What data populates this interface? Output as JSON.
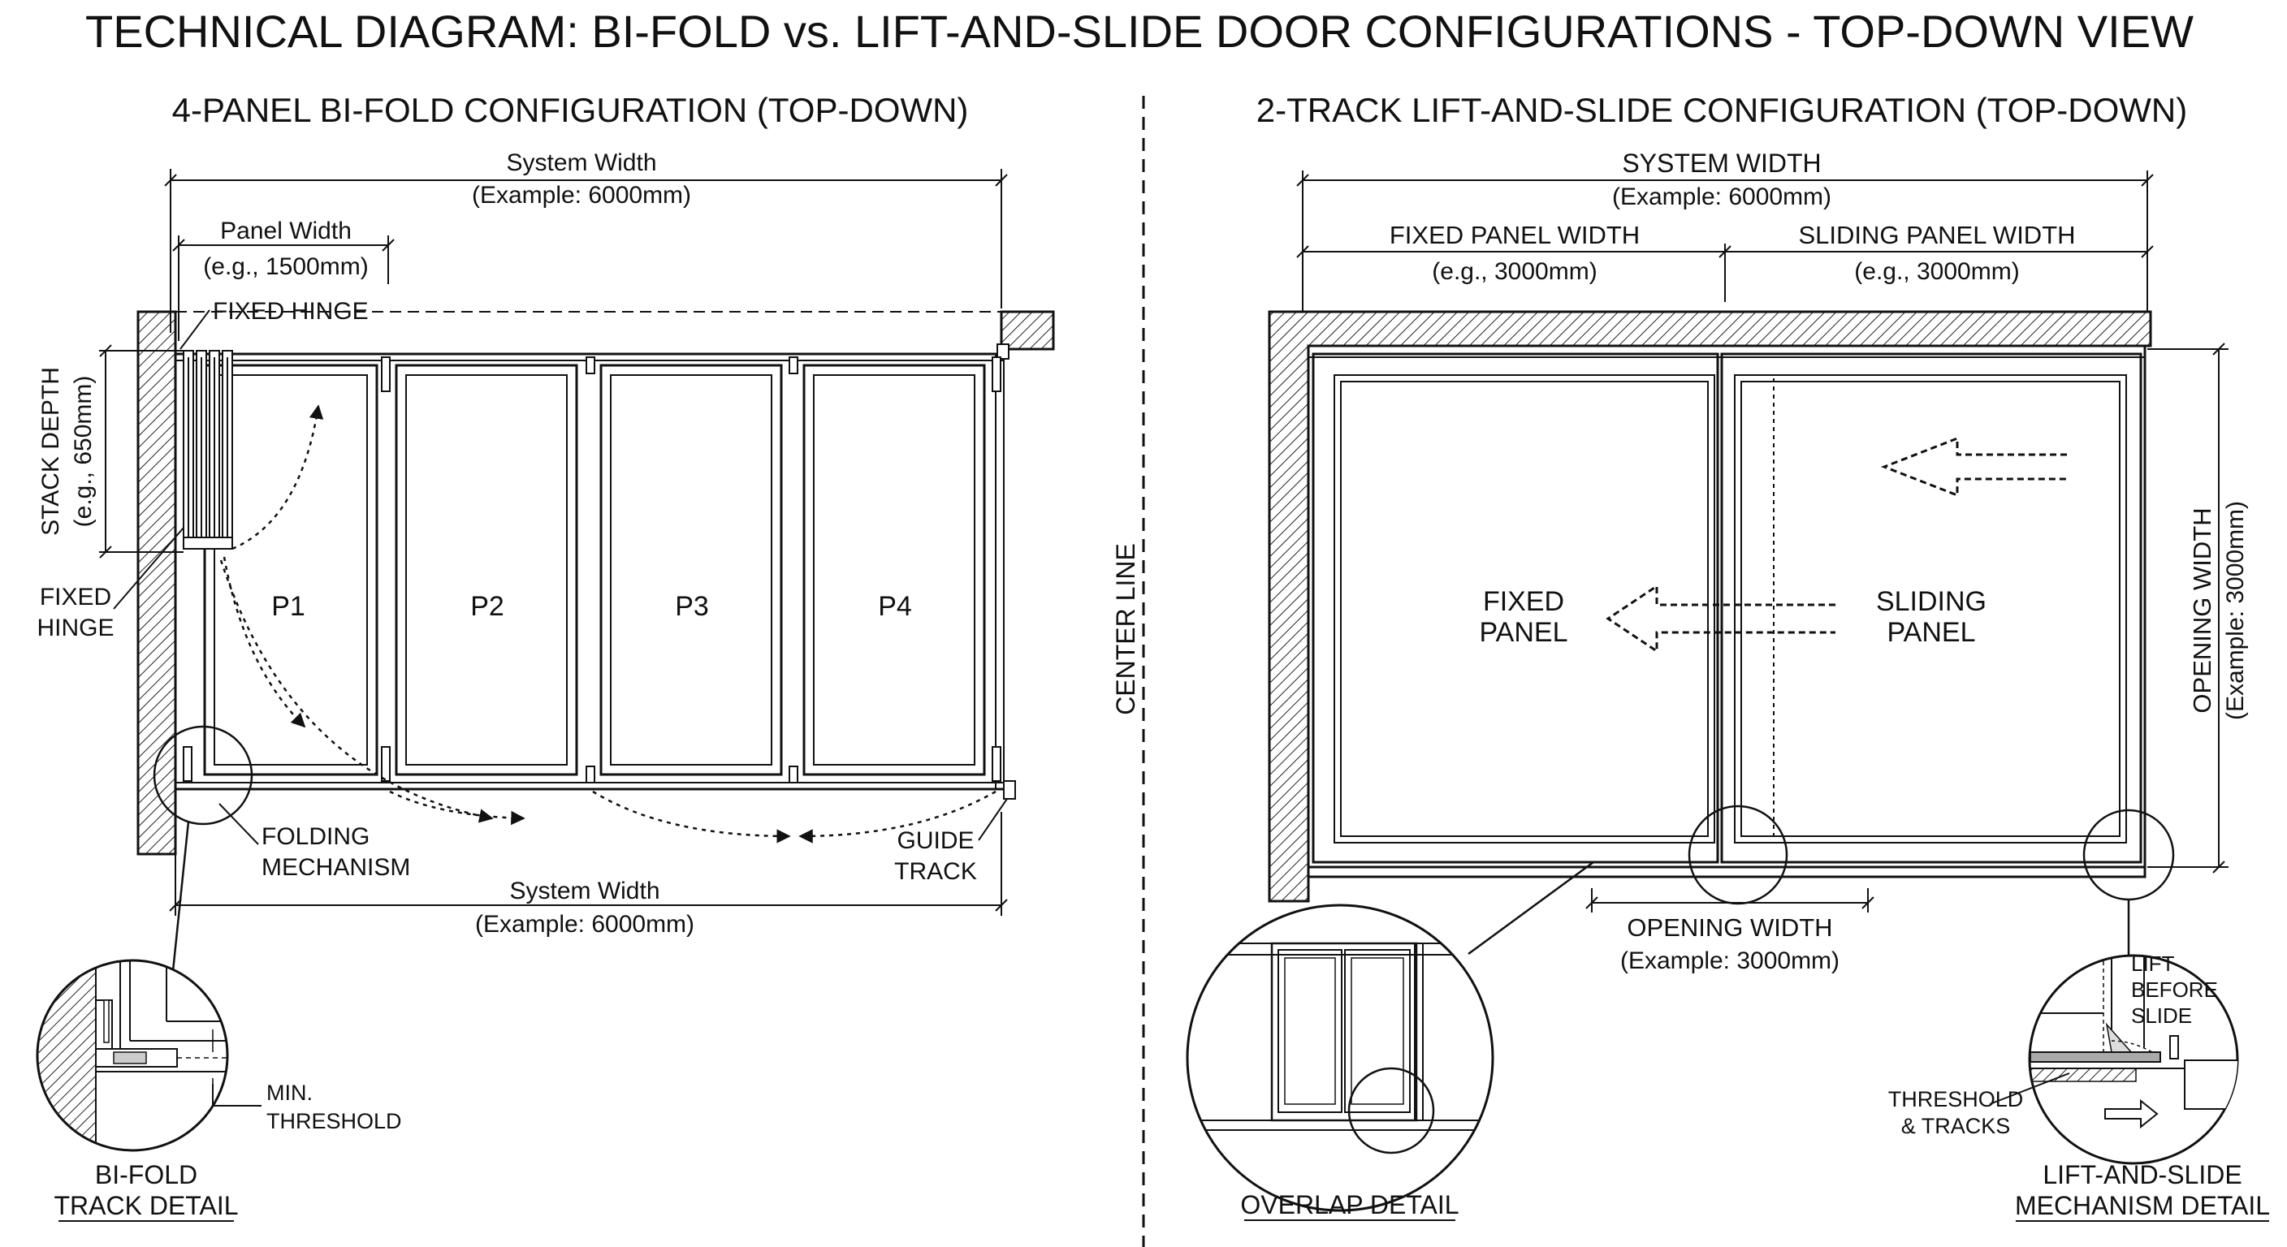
{
  "title": "TECHNICAL DIAGRAM: BI-FOLD vs. LIFT-AND-SLIDE DOOR CONFIGURATIONS - TOP-DOWN VIEW",
  "center_line_label": "CENTER LINE",
  "colors": {
    "ink": "#111111",
    "background": "#ffffff"
  },
  "bifold": {
    "heading": "4-PANEL BI-FOLD CONFIGURATION (TOP-DOWN)",
    "system_width_label": "System Width",
    "system_width_example": "(Example: 6000mm)",
    "panel_width_label": "Panel Width",
    "panel_width_example": "(e.g., 1500mm)",
    "fixed_hinge_top": "FIXED HINGE",
    "stack_depth_label": "STACK DEPTH",
    "stack_depth_example": "(e.g., 650mm)",
    "fixed_hinge_left_1": "FIXED",
    "fixed_hinge_left_2": "HINGE",
    "panels": [
      "P1",
      "P2",
      "P3",
      "P4"
    ],
    "folding_mechanism_1": "FOLDING",
    "folding_mechanism_2": "MECHANISM",
    "guide_track_1": "GUIDE",
    "guide_track_2": "TRACK",
    "bottom_width_label": "System Width",
    "bottom_width_example": "(Example: 6000mm)",
    "min_threshold_1": "MIN.",
    "min_threshold_2": "THRESHOLD",
    "detail_caption_1": "BI-FOLD",
    "detail_caption_2": "TRACK DETAIL"
  },
  "liftslide": {
    "heading": "2-TRACK LIFT-AND-SLIDE CONFIGURATION (TOP-DOWN)",
    "system_width_label": "SYSTEM WIDTH",
    "system_width_example": "(Example: 6000mm)",
    "fixed_panel_width_label": "FIXED PANEL WIDTH",
    "fixed_panel_width_example": "(e.g., 3000mm)",
    "sliding_panel_width_label": "SLIDING PANEL WIDTH",
    "sliding_panel_width_example": "(e.g., 3000mm)",
    "fixed_panel_1": "FIXED",
    "fixed_panel_2": "PANEL",
    "sliding_panel_1": "SLIDING",
    "sliding_panel_2": "PANEL",
    "opening_width_label": "OPENING WIDTH",
    "opening_width_example": "(Example: 3000mm)",
    "side_opening_label": "OPENING WIDTH",
    "side_opening_example": "(Example: 3000mm)",
    "lift_before_slide_1": "LIFT",
    "lift_before_slide_2": "BEFORE",
    "lift_before_slide_3": "SLIDE",
    "threshold_tracks_1": "THRESHOLD",
    "threshold_tracks_2": "& TRACKS",
    "overlap_caption": "OVERLAP DETAIL",
    "mechanism_caption_1": "LIFT-AND-SLIDE",
    "mechanism_caption_2": "MECHANISM DETAIL"
  }
}
